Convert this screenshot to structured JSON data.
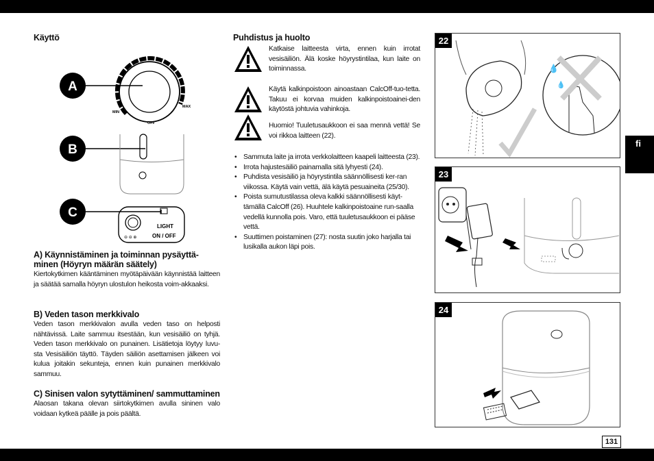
{
  "page": {
    "language_tab": "fi",
    "page_number": "131"
  },
  "left": {
    "heading_usage": "Käyttö",
    "markers": [
      "A",
      "B",
      "C"
    ],
    "dial_labels": {
      "min": "MIN",
      "off": "OFF",
      "max": "MAX"
    },
    "panel_labels": {
      "light": "LIGHT",
      "onoff": "ON / OFF"
    },
    "sections": [
      {
        "title": "A) Käynnistäminen ja toiminnan pysäyttä-minen (Höyryn määrän säätely)",
        "body": "Kiertokytkimen kääntäminen myötäpäivään käynnistää laitteen ja säätää samalla höyryn ulostulon heikosta voim-akkaaksi."
      },
      {
        "title": "B) Veden tason merkkivalo",
        "body": "Veden tason merkkivalon avulla veden taso on helposti nähtävissä. Laite sammuu itsestään, kun vesisäiliö on tyhjä. Veden tason merkkivalo on punainen. Lisätietoja löytyy luvu-sta Vesisäiliön täyttö. Täyden säiliön asettamisen jälkeen voi kulua joitakin sekunteja, ennen kuin punainen merkkivalo sammuu."
      },
      {
        "title": "C) Sinisen valon sytyttäminen/ sammuttaminen",
        "body": "Alaosan takana olevan siirtokytkimen avulla sininen valo voidaan kytkeä päälle ja pois päältä."
      }
    ]
  },
  "middle": {
    "heading": "Puhdistus ja huolto",
    "warnings": [
      "Katkaise laitteesta virta, ennen kuin irrotat vesisäiliön. Älä koske höyrystintilaa, kun laite on toiminnassa.",
      "Käytä kalkinpoistoon ainoastaan CalcOff-tuo-tetta. Takuu ei korvaa muiden kalkinpoistoainei-den käytöstä johtuvia vahinkoja.",
      "Huomio! Tuuletusaukkoon ei saa mennä vettä! Se voi rikkoa laitteen (22)."
    ],
    "bullets": [
      "Sammuta laite ja irrota verkkolaitteen kaapeli laitteesta (23).",
      "Irrota hajustesäiliö painamalla sitä lyhyesti (24).",
      "Puhdista vesisäiliö ja höyrystintila säännöllisesti ker-ran viikossa. Käytä vain vettä, älä käytä pesuaineita (25/30).",
      "Poista sumutustilassa oleva kalkki säännöllisesti käyt-tämällä CalcOff (26). Huuhtele kalkinpoistoaine run-saalla vedellä kunnolla pois. Varo, että tuuletusaukkoon ei pääse vettä.",
      "Suuttimen poistaminen (27): nosta suutin joko harjalla tai lusikalla aukon läpi pois."
    ]
  },
  "figures": [
    {
      "number": "22"
    },
    {
      "number": "23"
    },
    {
      "number": "24"
    }
  ]
}
